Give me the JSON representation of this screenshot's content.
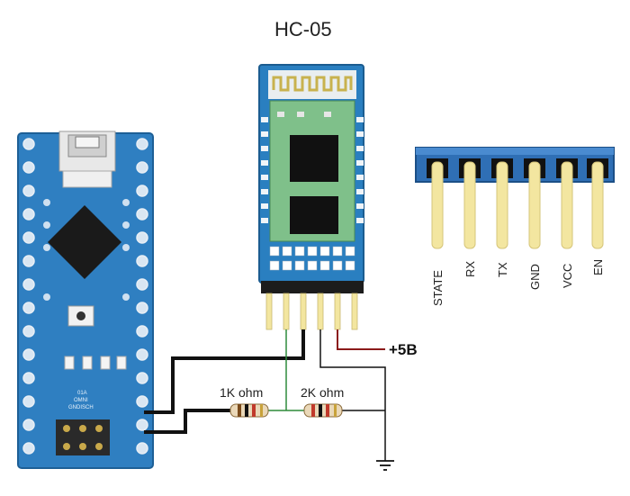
{
  "title": "HC-05",
  "resistors": {
    "r1_label": "1K ohm",
    "r2_label": "2K ohm"
  },
  "power_label": "+5B",
  "header_pins": [
    "STATE",
    "RX",
    "TX",
    "GND",
    "VCC",
    "EN"
  ],
  "nano_markings": {
    "line1": "01A",
    "line2": "OMNI",
    "line3": "GNDISCH"
  },
  "colors": {
    "nano_board": "#2f7fc1",
    "hc05_board": "#2a7fc0",
    "pin_gold": "#f3e6a0",
    "wire_black": "#111111",
    "wire_green": "#2e8b3a",
    "wire_red": "#8b1a1a",
    "header_blue": "#2f6fb5"
  }
}
